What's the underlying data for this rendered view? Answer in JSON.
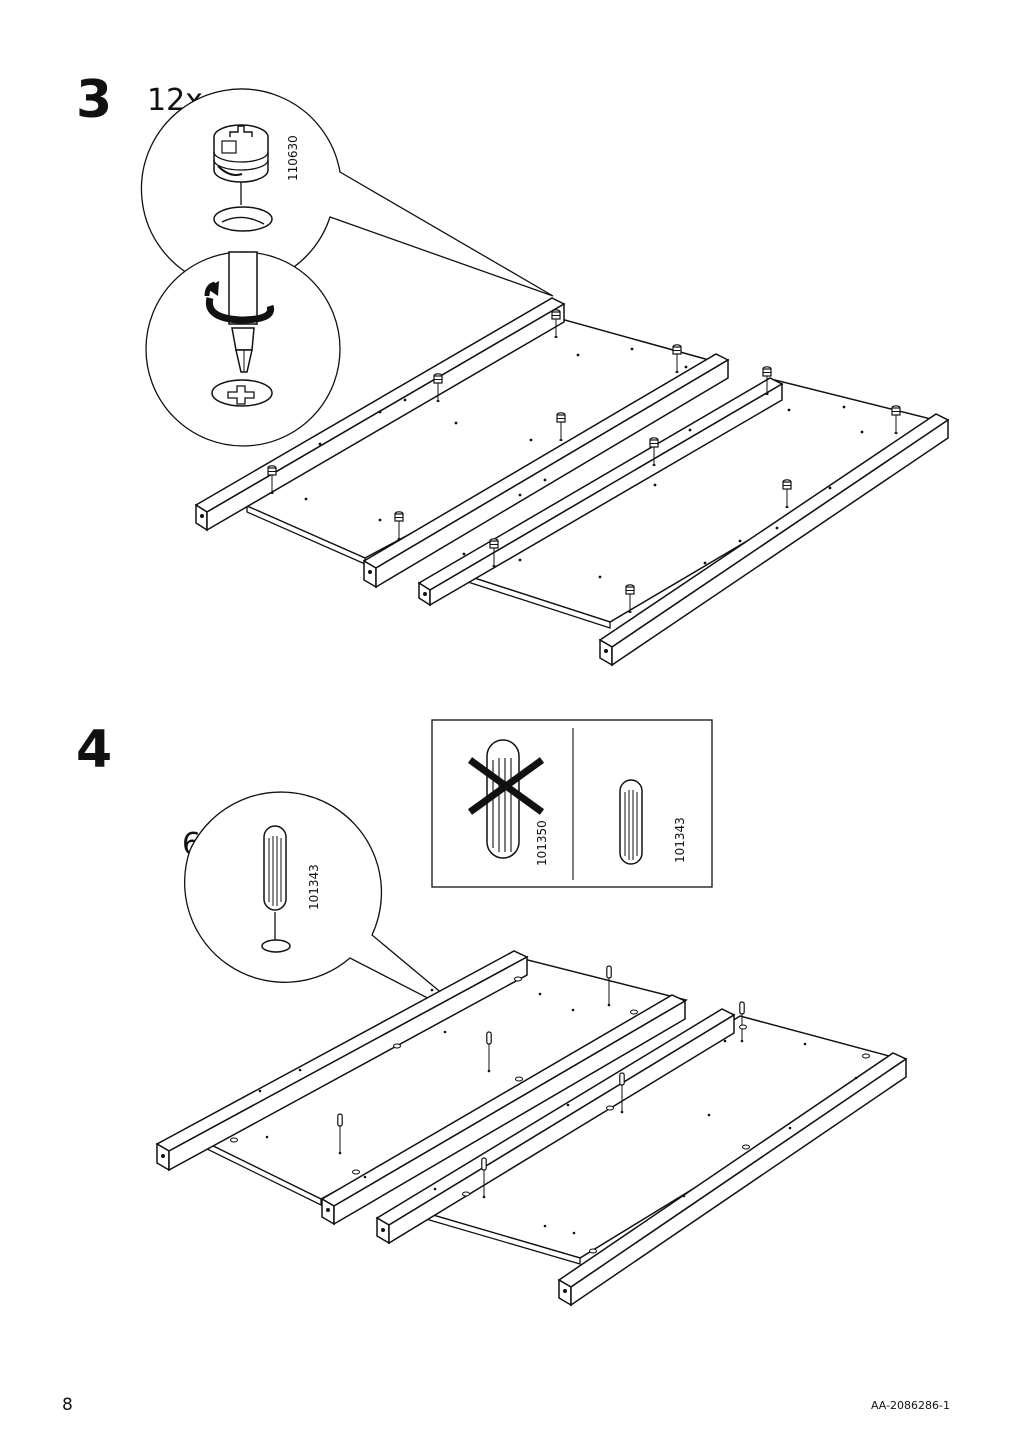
{
  "page": {
    "number": "8",
    "doc_code": "AA-2086286-1"
  },
  "step3": {
    "number": "3",
    "quantity": "12x",
    "part_code": "110630"
  },
  "step4": {
    "number": "4",
    "quantity": "6x",
    "part_code": "101343",
    "wrong_part_code": "101350",
    "right_part_code": "101343"
  }
}
